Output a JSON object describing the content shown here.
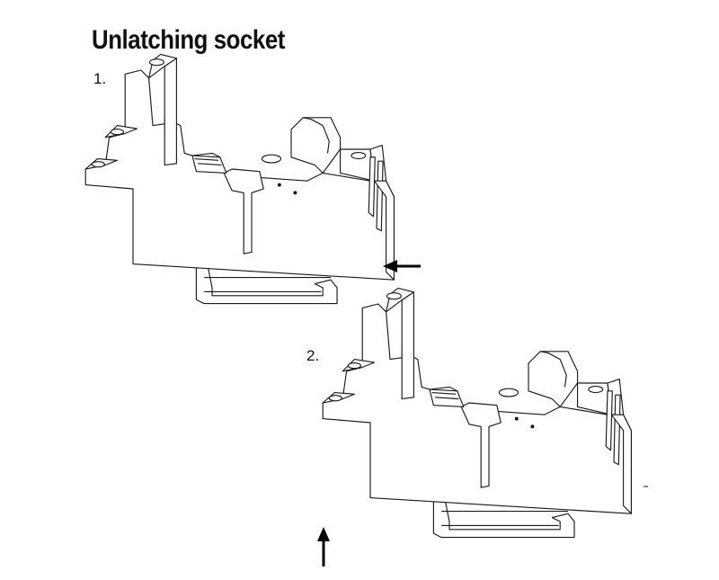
{
  "title": "Unlatching socket",
  "steps": [
    {
      "label": "1."
    },
    {
      "label": "2."
    }
  ],
  "colors": {
    "line": "#1a1a1a",
    "fill": "#ffffff",
    "arrow": "#000000"
  },
  "illustrations": [
    {
      "step": "1.",
      "part": "relay socket on DIN rail",
      "arrow": "left-pointing arrow at release latch"
    },
    {
      "step": "2.",
      "part": "relay socket on DIN rail",
      "arrow": "up-pointing arrow at socket bottom"
    }
  ]
}
